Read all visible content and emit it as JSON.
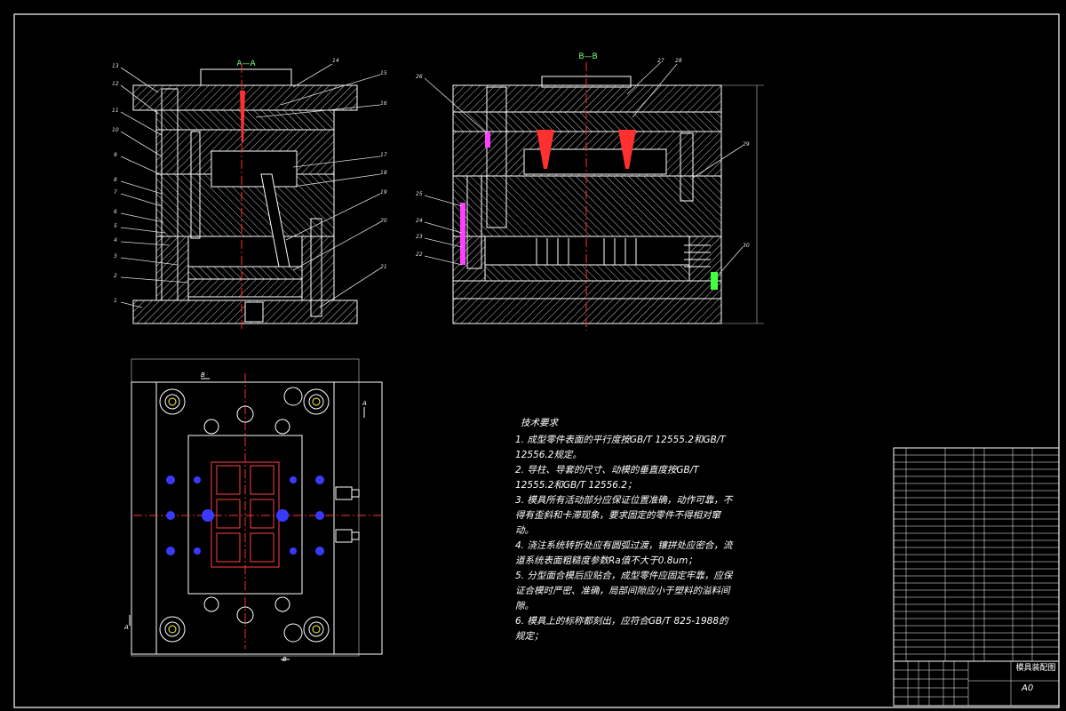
{
  "views": {
    "a_a_label": "A—A",
    "b_b_label": "B—B"
  },
  "notes": {
    "title": "技术要求",
    "items": [
      "1. 成型零件表面的平行度按GB/T 12555.2和GB/T 12556.2规定。",
      "2. 导柱、导套的尺寸、动模的垂直度按GB/T 12555.2和GB/T 12556.2；",
      "3. 模具所有活动部分应保证位置准确，动作可靠，不得有歪斜和卡滞现象，要求固定的零件不得相对窜动。",
      "4. 浇注系统转折处应有圆弧过渡，镶拼处应密合，流道系统表面粗糙度参数Ra值不大于0.8um；",
      "5. 分型面合模后应贴合，成型零件应固定牢靠，应保证合模时严密、准确，局部间隙应小于塑料的溢料间隙。",
      "6. 模具上的标称都刻出，应符合GB/T 825-1988的规定；"
    ]
  },
  "title_block": {
    "drawing_name": "模具装配图",
    "sheet_size": "A0"
  },
  "colors": {
    "background": "#000000",
    "outline": "#ffffff",
    "center_line": "#ff3030",
    "hatch": "#c8c8c8",
    "dimension": "#b8b8ff",
    "leader": "#e0e0e0",
    "accent_blue": "#3030ff",
    "accent_magenta": "#ff40ff",
    "accent_yellow": "#ffff40",
    "accent_green": "#40ff40"
  }
}
